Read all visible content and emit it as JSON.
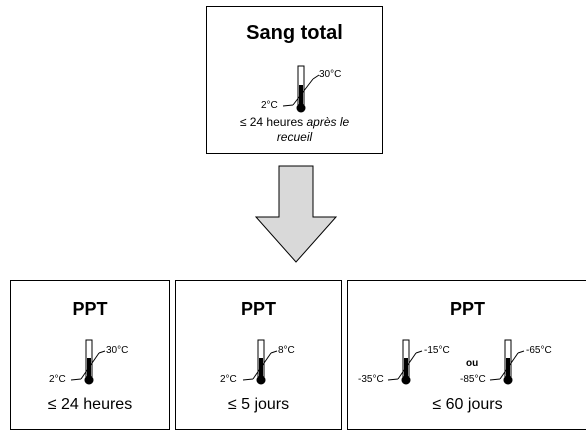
{
  "top_box": {
    "title": "Sang total",
    "thermo_max": "30°C",
    "thermo_min": "2°C",
    "duration_line1": "≤ 24 heures",
    "duration_line1_italic": "après le",
    "duration_line2": "recueil"
  },
  "boxes": [
    {
      "title": "PPT",
      "thermo_max": "30°C",
      "thermo_min": "2°C",
      "duration": "≤ 24 heures"
    },
    {
      "title": "PPT",
      "thermo_max": "8°C",
      "thermo_min": "2°C",
      "duration": "≤ 5 jours"
    },
    {
      "title": "PPT",
      "thermo_a_max": "-15°C",
      "thermo_a_min": "-35°C",
      "or_label": "ou",
      "thermo_b_max": "-65°C",
      "thermo_b_min": "-85°C",
      "duration": "≤ 60 jours"
    }
  ],
  "colors": {
    "arrow_fill": "#d9d9d9",
    "stroke": "#000000"
  }
}
